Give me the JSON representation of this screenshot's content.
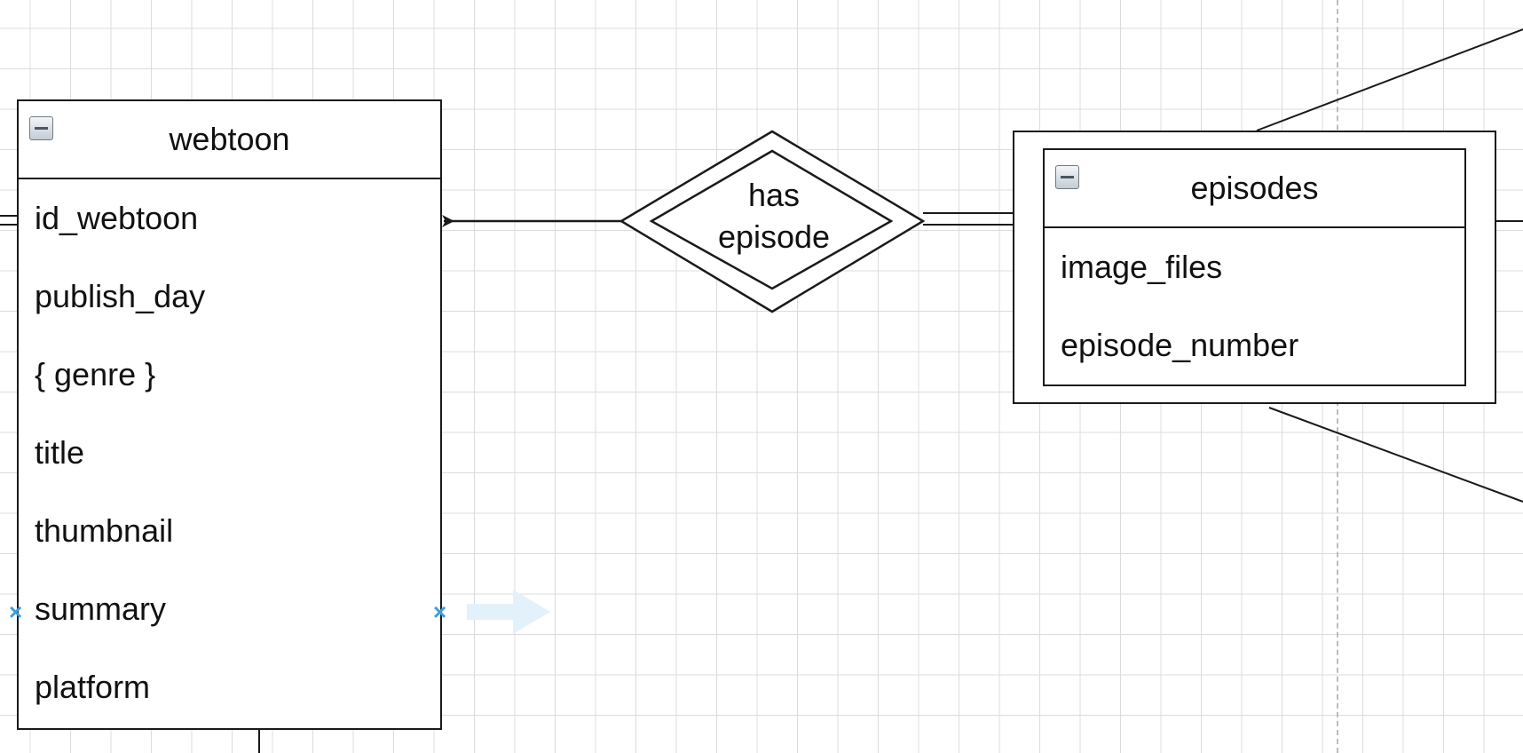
{
  "entities": {
    "webtoon": {
      "title": "webtoon",
      "attributes": [
        "id_webtoon",
        "publish_day",
        "{ genre }",
        "title",
        "thumbnail",
        "summary",
        "platform"
      ]
    },
    "episodes": {
      "title": "episodes",
      "attributes": [
        "image_files",
        "episode_number"
      ]
    }
  },
  "relationship": {
    "line1": "has",
    "line2": "episode"
  },
  "colors": {
    "stroke": "#1a1a1a",
    "grid": "#dcdcdc",
    "selection": "#3b9ee0"
  }
}
